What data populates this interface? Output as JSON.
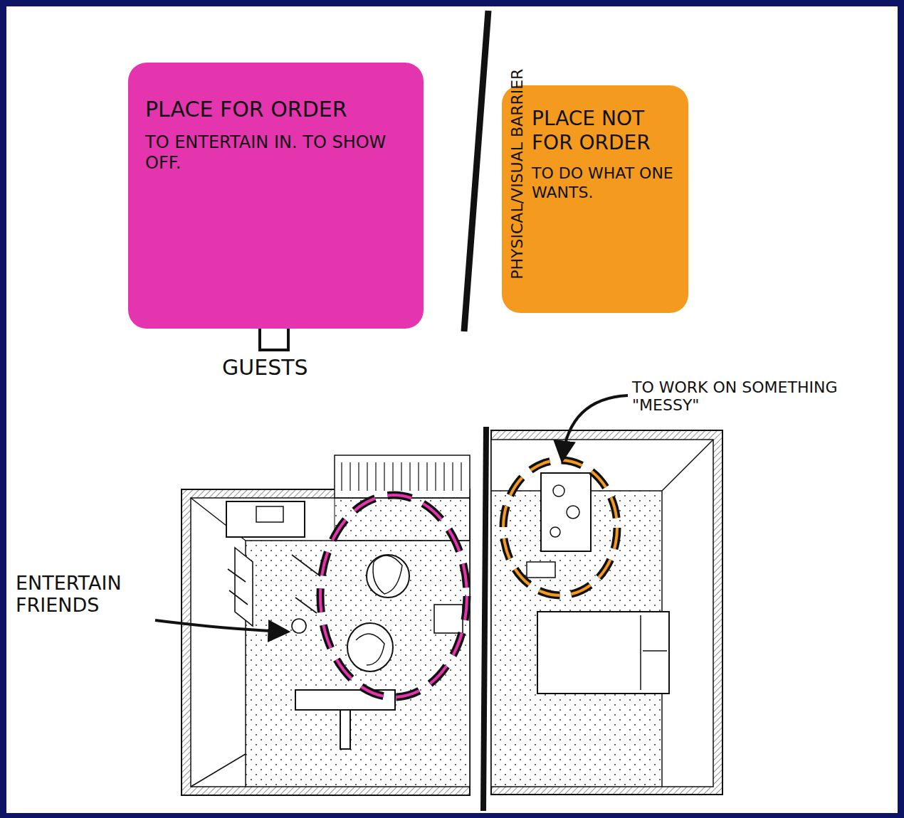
{
  "diagram": {
    "nodes": [
      {
        "text": [
          "PLACE FOR ORDER",
          "TO ENTERTAIN IN. TO SHOW OFF."
        ]
      },
      {
        "text": [
          "PLACE NOT FOR ORDER",
          "TO DO WHAT ONE WANTS."
        ]
      }
    ],
    "labels": [
      "PHYSICAL/VISUAL BARRIER",
      "GUESTS",
      "ENTERTAIN FRIENDS",
      "TO WORK ON SOMETHING \"MESSY\""
    ]
  }
}
